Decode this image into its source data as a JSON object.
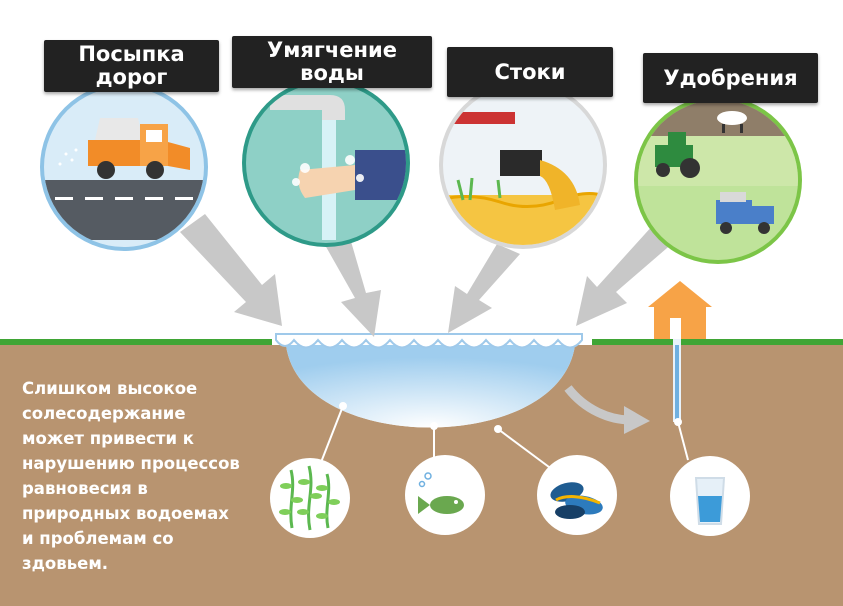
{
  "sources": [
    {
      "id": "road-salting",
      "label": "Посыпка\nдорог",
      "color": "#7db9e0"
    },
    {
      "id": "water-softening",
      "label": "Умягчение\nводы",
      "color": "#2e9a88"
    },
    {
      "id": "runoff",
      "label": "Стоки",
      "color": "#d8d8d8"
    },
    {
      "id": "fertilizers",
      "label": "Удобрения",
      "color": "#7cc547"
    }
  ],
  "caption": "Слишком высокое\nсолесодержание\nможет привести к\nнарушению процессов\nравновесия в\nприродных водоемах\nи проблемам со\nздовьем.",
  "impacts": [
    "aquatic-plants-icon",
    "fish-icon",
    "mussels-icon",
    "drinking-water-glass-icon"
  ],
  "colors": {
    "soil": "#b89470",
    "grass": "#3fa535",
    "lake": "#bcdcf1",
    "arrow": "#c8c8c8",
    "house": "#f7a347",
    "label_bg": "#222222"
  }
}
